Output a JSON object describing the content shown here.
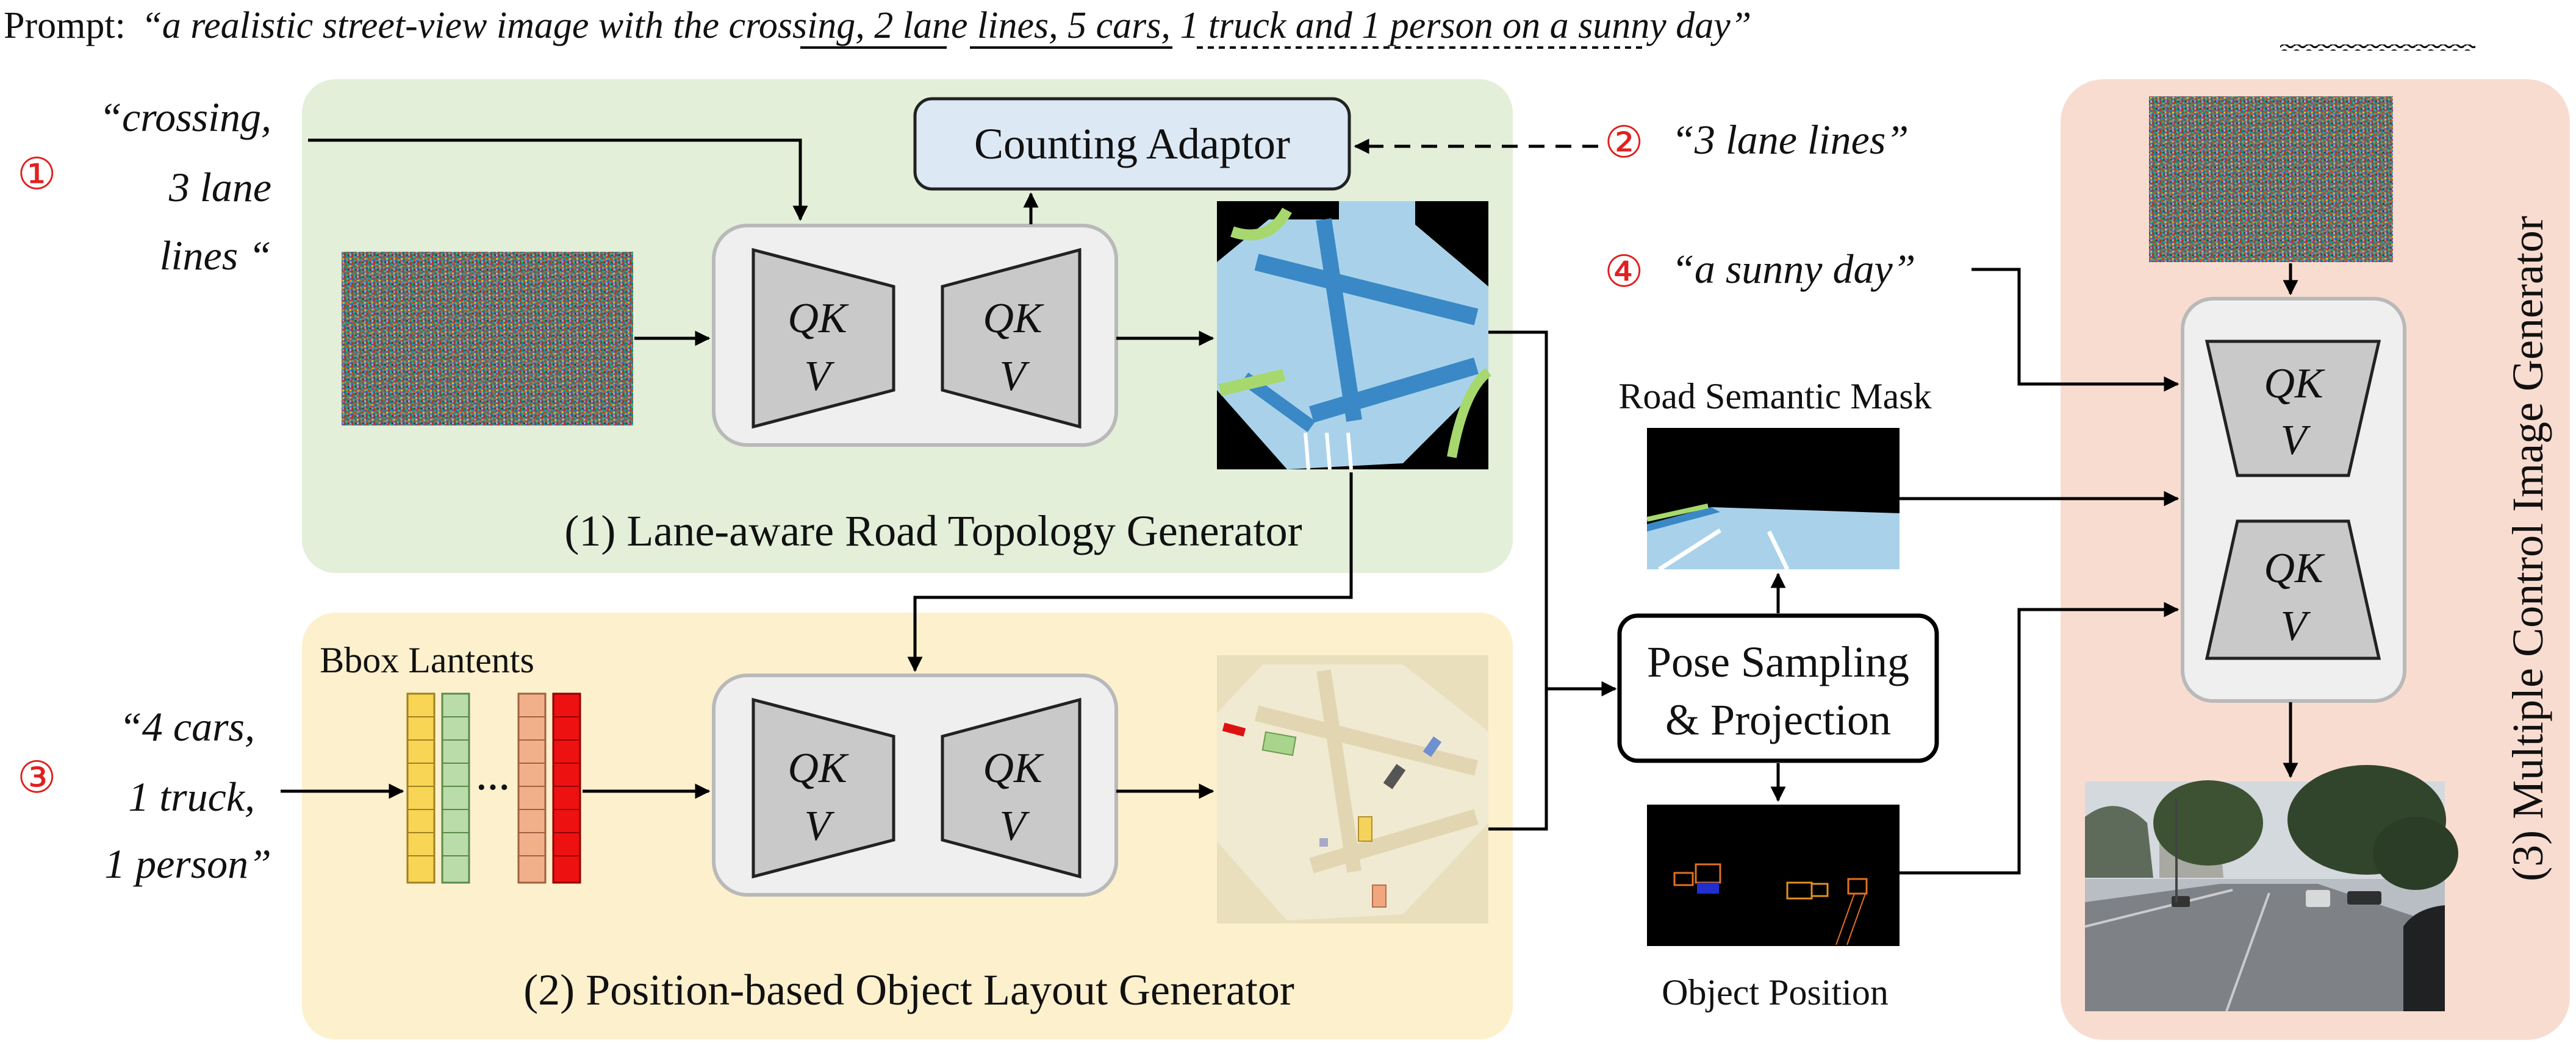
{
  "prompt": {
    "label": "Prompt:",
    "open_quote": "“",
    "seg1": "a realistic street-view image with the ",
    "crossing": "crossing",
    "comma1": ", ",
    "lanes": "2 lane lines",
    "comma2": ", ",
    "objects": "5 cars, 1 truck and 1 person",
    "on": " on ",
    "weather": "a sunny day",
    "close_quote": "”"
  },
  "inputs": {
    "step1_number": "①",
    "step1_line1": "“crossing,",
    "step1_line2": "3 lane",
    "step1_line3": "lines “",
    "step2_number": "②",
    "step2_text": "“3 lane lines”",
    "step3_number": "③",
    "step3_line1": "“4 cars,",
    "step3_line2": "1 truck,",
    "step3_line3": "1 person”",
    "step4_number": "④",
    "step4_text": "“a sunny day”"
  },
  "modules": {
    "counting_adaptor": "Counting Adaptor",
    "topology_title": "(1) Lane-aware Road Topology Generator",
    "layout_title": "(2) Position-based Object Layout Generator",
    "image_gen_title": "(3) Multiple Control Image Generator",
    "bbox_latents": "Bbox Lantents",
    "dots": "···",
    "pose_line1": "Pose Sampling",
    "pose_line2": "& Projection",
    "road_mask": "Road Semantic Mask",
    "object_position": "Object Position",
    "qk": "QK",
    "v": "V"
  },
  "colors": {
    "green_panel": "#e3efd9",
    "yellow_panel": "#fdf0cd",
    "salmon_panel": "#f9dcd0",
    "adaptor_fill": "#dce8f4",
    "block_fill": "#efefef",
    "trap_fill": "#c9c9c9",
    "accent_red": "#e02020"
  }
}
